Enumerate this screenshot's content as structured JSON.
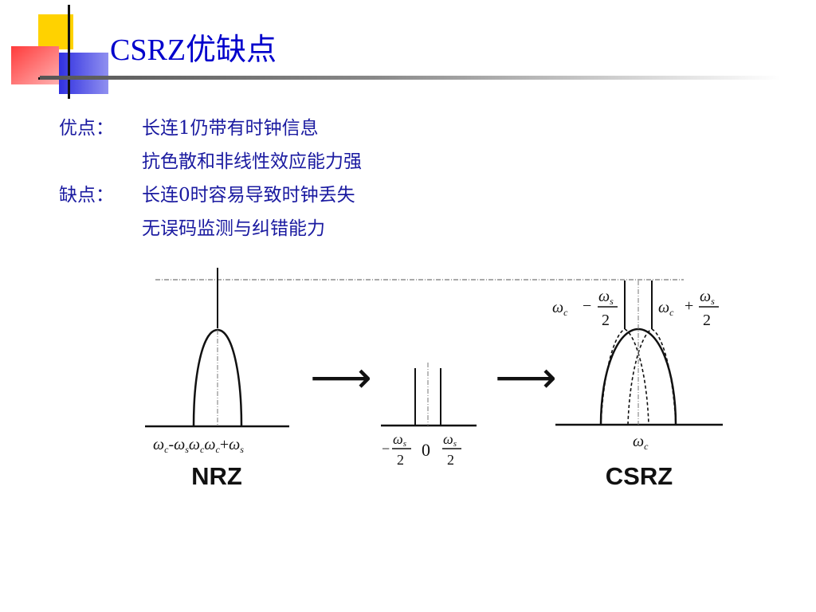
{
  "slide": {
    "title": "CSRZ优缺点"
  },
  "points": [
    {
      "label": "优点：",
      "text": "长连1仍带有时钟信息"
    },
    {
      "label": "",
      "text": "抗色散和非线性效应能力强"
    },
    {
      "label": "缺点：",
      "text": "长连0时容易导致时钟丢失"
    },
    {
      "label": "",
      "text": "无误码监测与纠错能力"
    }
  ],
  "diagram": {
    "nrz_label": "NRZ",
    "csrz_label": "CSRZ",
    "arrow_glyph": "⟶",
    "nrz_axis": {
      "left_omega": "ω",
      "left_sub": "c",
      "left_op": "-",
      "left_omega2": "ω",
      "left_sub2": "s",
      "mid_omega": "ω",
      "mid_sub": "c",
      "right_omega": "ω",
      "right_sub": "c",
      "right_op": "+",
      "right_omega2": "ω",
      "right_sub2": "s"
    },
    "mid_axis": {
      "minus": "−",
      "num_omega": "ω",
      "num_sub": "s",
      "den": "2",
      "zero": "0",
      "num2_omega": "ω",
      "num2_sub": "s",
      "den2": "2"
    },
    "csrz_axis": {
      "center_omega": "ω",
      "center_sub": "c"
    },
    "csrz_top": {
      "l_omega": "ω",
      "l_sub": "c",
      "l_op": "−",
      "l_num_omega": "ω",
      "l_num_sub": "s",
      "l_den": "2",
      "r_omega": "ω",
      "r_sub": "c",
      "r_op": "+",
      "r_num_omega": "ω",
      "r_num_sub": "s",
      "r_den": "2"
    }
  },
  "colors": {
    "title": "#0000cc",
    "body_text": "#1a1aa0",
    "logo_yellow": "#ffd200",
    "logo_red": "#ff3b3b",
    "logo_blue": "#3030e0"
  }
}
